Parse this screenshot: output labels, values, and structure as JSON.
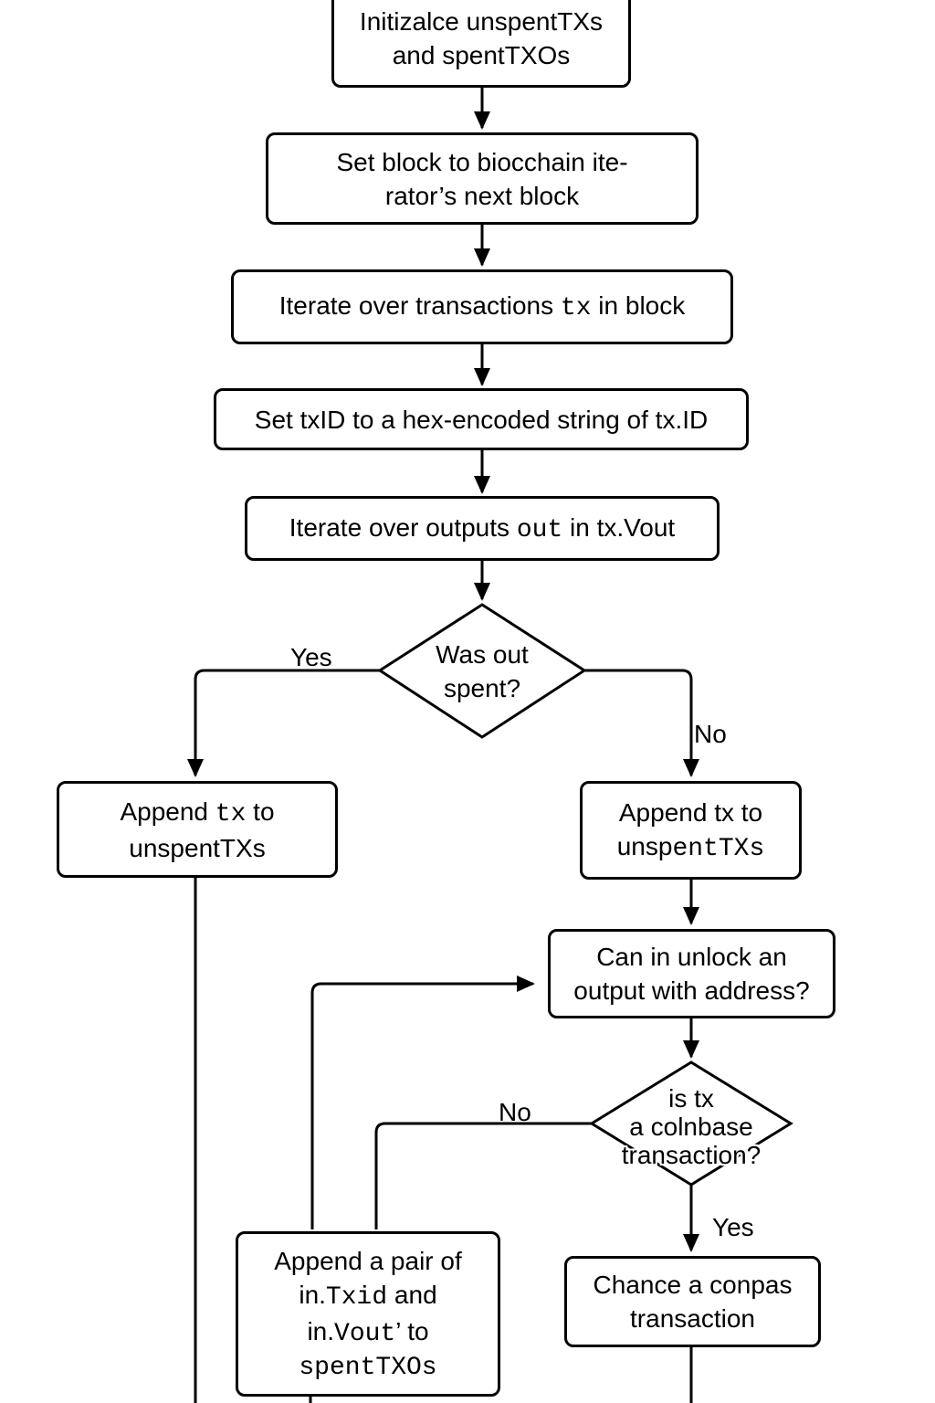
{
  "colors": {
    "stroke": "#000000",
    "background": "#ffffff",
    "text": "#000000"
  },
  "nodes": {
    "init": {
      "l1": "Initizalce unspentTXs",
      "l2": "and spentTXOs"
    },
    "set_block": {
      "l1": "Set block to biocchain ite-",
      "l2": "rator’s next block"
    },
    "iterate_tx": {
      "pre": "Iterate over transactions ",
      "code": "tx",
      "post": " in block"
    },
    "set_txid": {
      "l1": "Set txID to a hex-encoded string of tx.ID"
    },
    "iterate_out": {
      "pre": "Iterate over outputs ",
      "code": "out",
      "post": " in tx.Vout"
    },
    "was_spent": {
      "l1": "Was out",
      "l2": "spent?"
    },
    "append_tx_left": {
      "pre": "Append ",
      "code": "tx",
      "post": " to",
      "l2": "unspentTXs"
    },
    "append_tx_right": {
      "l1": "Append tx to",
      "l2_pre": "unsp",
      "l2_code": "entTXs"
    },
    "can_unlock": {
      "l1": "Can in unlock an",
      "l2": "output with address?"
    },
    "is_coinbase": {
      "l1": "is tx",
      "l2": "a colnbase",
      "l3": "transaction?"
    },
    "append_pair": {
      "l1": "Append a pair of",
      "l2_pre": "in.",
      "l2_code": "Txid",
      "l2_post": " and",
      "l3_pre": "in.",
      "l3_code": "Vout",
      "l3_post": "’ to",
      "l4": "spentTXOs"
    },
    "change_coinbase": {
      "l1": "Chance a conpas",
      "l2": "transaction"
    }
  },
  "edge_labels": {
    "was_spent_yes": "Yes",
    "was_spent_no": "No",
    "coinbase_no": "No",
    "coinbase_yes": "Yes"
  }
}
